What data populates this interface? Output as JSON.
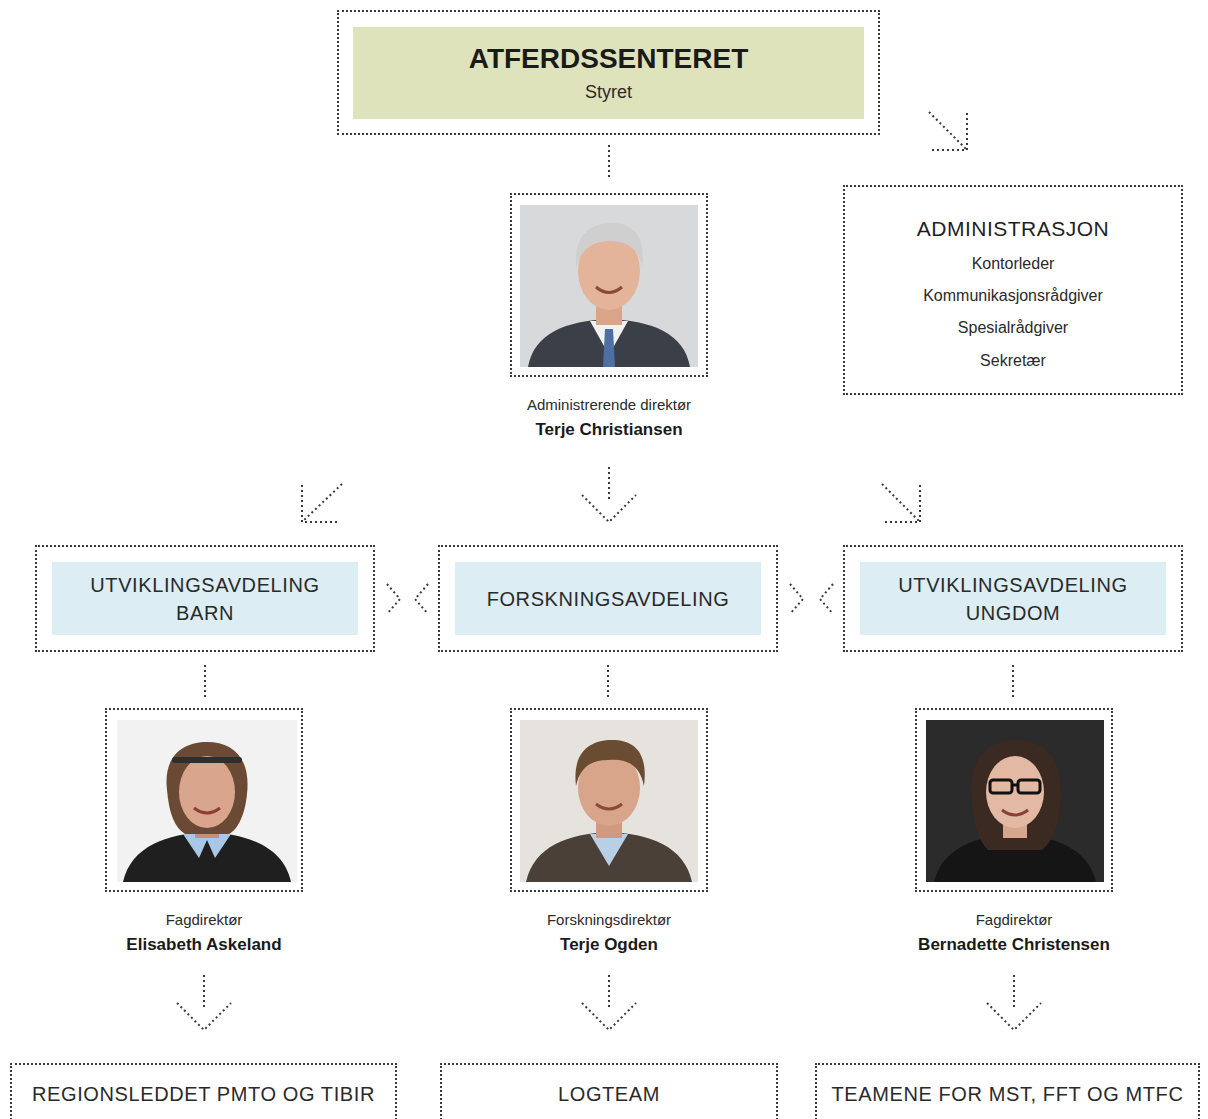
{
  "diagram": {
    "nodes": [
      {
        "text": [
          "ATFERDSSENTERET",
          "Styret"
        ]
      },
      {
        "text": [
          "Administrerende direktør",
          "Terje Christiansen"
        ]
      },
      {
        "text": [
          "ADMINISTRASJON",
          "Kontorleder",
          "Kommunikasjonsrådgiver",
          "Spesialrådgiver",
          "Sekretær"
        ]
      },
      {
        "text": [
          "UTVIKLINGSAVDELING BARN"
        ]
      },
      {
        "text": [
          "FORSKNINGSAVDELING"
        ]
      },
      {
        "text": [
          "UTVIKLINGSAVDELING UNGDOM"
        ]
      },
      {
        "text": [
          "Fagdirektør",
          "Elisabeth Askeland"
        ]
      },
      {
        "text": [
          "Forskningsdirektør",
          "Terje Ogden"
        ]
      },
      {
        "text": [
          "Fagdirektør",
          "Bernadette Christensen"
        ]
      },
      {
        "text": [
          "REGIONSLEDDET PMTO OG TIBIR"
        ]
      },
      {
        "text": [
          "LOGTEAM"
        ]
      },
      {
        "text": [
          "TEAMENE FOR MST, FFT OG MTFC"
        ]
      }
    ],
    "edges": [
      {
        "from": 0,
        "to": 1,
        "arrow": "none"
      },
      {
        "from": 0,
        "to": 2,
        "arrow": "to"
      },
      {
        "from": 1,
        "to": 3,
        "arrow": "to"
      },
      {
        "from": 1,
        "to": 4,
        "arrow": "to"
      },
      {
        "from": 1,
        "to": 5,
        "arrow": "to"
      },
      {
        "from": 3,
        "to": 4,
        "arrow": "both"
      },
      {
        "from": 4,
        "to": 5,
        "arrow": "both"
      },
      {
        "from": 3,
        "to": 6,
        "arrow": "none"
      },
      {
        "from": 4,
        "to": 7,
        "arrow": "none"
      },
      {
        "from": 5,
        "to": 8,
        "arrow": "none"
      },
      {
        "from": 6,
        "to": 9,
        "arrow": "to"
      },
      {
        "from": 7,
        "to": 10,
        "arrow": "to"
      },
      {
        "from": 8,
        "to": 11,
        "arrow": "to"
      }
    ]
  }
}
